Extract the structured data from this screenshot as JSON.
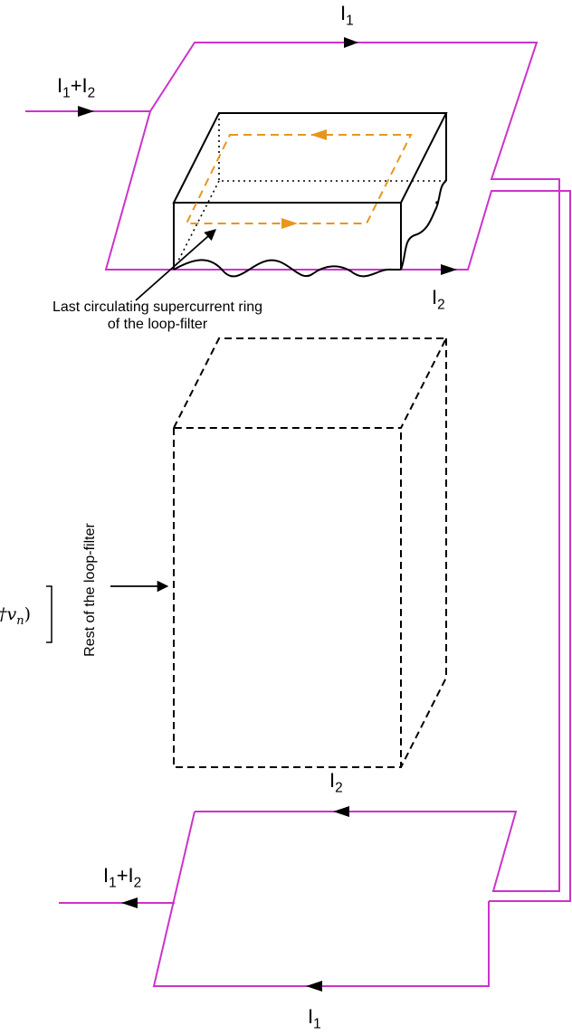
{
  "colors": {
    "conductor": "#cc33cc",
    "supercurrent_ring": "#e8961e",
    "outline": "#000000"
  },
  "labels": {
    "top_current_i1": {
      "base": "I",
      "sub": "1"
    },
    "top_input_sum": {
      "base": "I",
      "sub": "1",
      "plus": "+",
      "base2": "I",
      "sub2": "2"
    },
    "top_current_i2": {
      "base": "I",
      "sub": "2"
    },
    "ring_caption_line1": "Last circulating supercurrent ring",
    "ring_caption_line2": "of the loop-filter",
    "rest_caption": "Rest of the loop-filter",
    "bottom_block_i2": {
      "base": "I",
      "sub": "2"
    },
    "bottom_output_sum": {
      "base": "I",
      "sub": "1",
      "plus": "+",
      "base2": "I",
      "sub2": "2"
    },
    "bottom_current_i1": {
      "base": "I",
      "sub": "1"
    },
    "cropped_math": "†v",
    "cropped_math_sub": "n",
    "cropped_math_tail": ")"
  }
}
